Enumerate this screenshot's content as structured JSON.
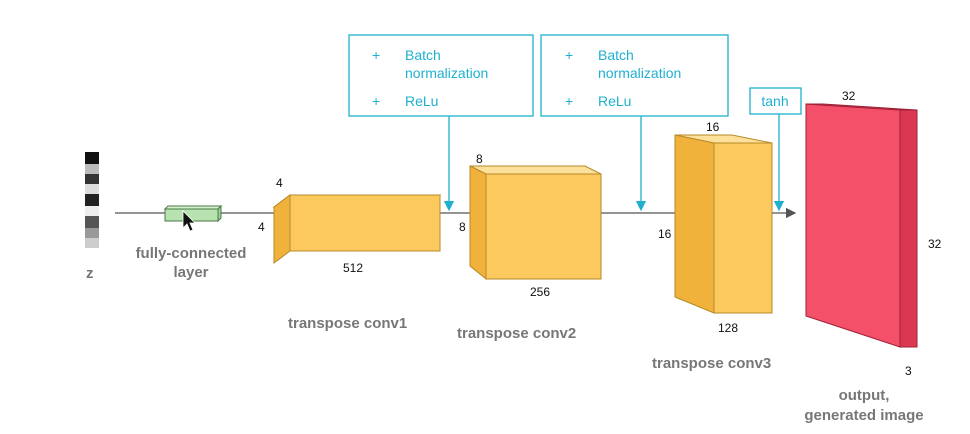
{
  "diagram": {
    "input_label": "z",
    "fc_label_line1": "fully-connected",
    "fc_label_line2": "layer",
    "conv1": {
      "name": "transpose conv1",
      "dim_height": "4",
      "dim_width": "4",
      "dim_depth": "512"
    },
    "conv2": {
      "name": "transpose conv2",
      "dim_height": "8",
      "dim_width": "8",
      "dim_depth": "256"
    },
    "conv3": {
      "name": "transpose conv3",
      "dim_height": "16",
      "dim_width": "16",
      "dim_depth": "128"
    },
    "output": {
      "name_line1": "output,",
      "name_line2": "generated image",
      "dim_top": "32",
      "dim_right": "32",
      "dim_depth": "3"
    },
    "box1": {
      "plus1": "+",
      "item1_line1": "Batch",
      "item1_line2": "normalization",
      "plus2": "+",
      "item2": "ReLu"
    },
    "box2": {
      "plus1": "+",
      "item1_line1": "Batch",
      "item1_line2": "normalization",
      "plus2": "+",
      "item2": "ReLu"
    },
    "box3": {
      "item": "tanh"
    },
    "colors": {
      "conv_front": "#fbc95e",
      "conv_side": "#f0b23a",
      "conv_top": "#fde09a",
      "fc_fill": "#b8e2b0",
      "output_front": "#f5506a",
      "output_side": "#d93752",
      "accent": "#1fb0d0",
      "flow_line": "#555555"
    }
  }
}
